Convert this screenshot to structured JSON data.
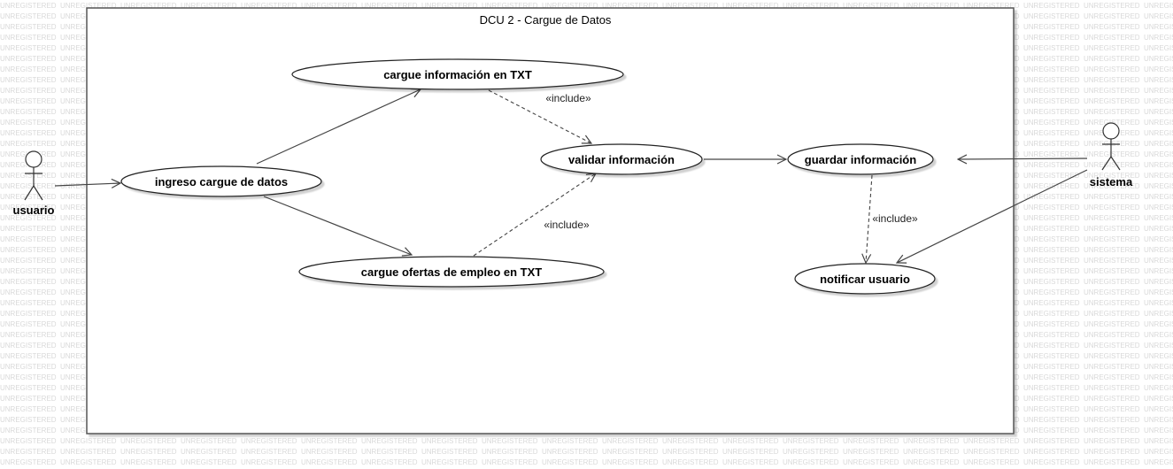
{
  "watermark": "UNREGISTERED",
  "system": {
    "title": "DCU 2 - Cargue de Datos"
  },
  "actors": {
    "usuario": {
      "label": "usuario"
    },
    "sistema": {
      "label": "sistema"
    }
  },
  "use_cases": {
    "ingreso": {
      "label": "ingreso cargue de datos"
    },
    "cargue_info": {
      "label": "cargue información en TXT"
    },
    "cargue_ofertas": {
      "label": "cargue ofertas de empleo en TXT"
    },
    "validar": {
      "label": "validar información"
    },
    "guardar": {
      "label": "guardar información"
    },
    "notificar": {
      "label": "notificar usuario"
    }
  },
  "relations": {
    "include_1": "«include»",
    "include_2": "«include»",
    "include_3": "«include»"
  },
  "colors": {
    "border": "#555555",
    "line": "#444444",
    "watermark": "#d9d9d9"
  }
}
